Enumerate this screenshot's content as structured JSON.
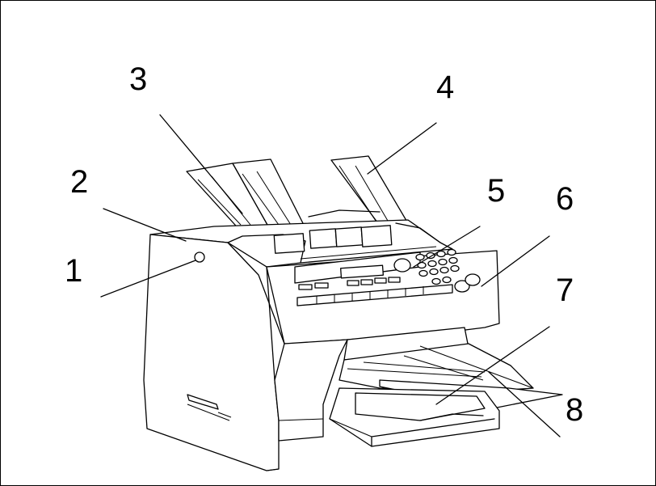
{
  "figure": {
    "subject": "fax-machine-parts-diagram",
    "callouts": [
      {
        "id": "c1",
        "label": "1"
      },
      {
        "id": "c2",
        "label": "2"
      },
      {
        "id": "c3",
        "label": "3"
      },
      {
        "id": "c4",
        "label": "4"
      },
      {
        "id": "c5",
        "label": "5"
      },
      {
        "id": "c6",
        "label": "6"
      },
      {
        "id": "c7",
        "label": "7"
      },
      {
        "id": "c8",
        "label": "8"
      }
    ]
  },
  "colors": {
    "line": "#000000",
    "background": "#ffffff"
  }
}
